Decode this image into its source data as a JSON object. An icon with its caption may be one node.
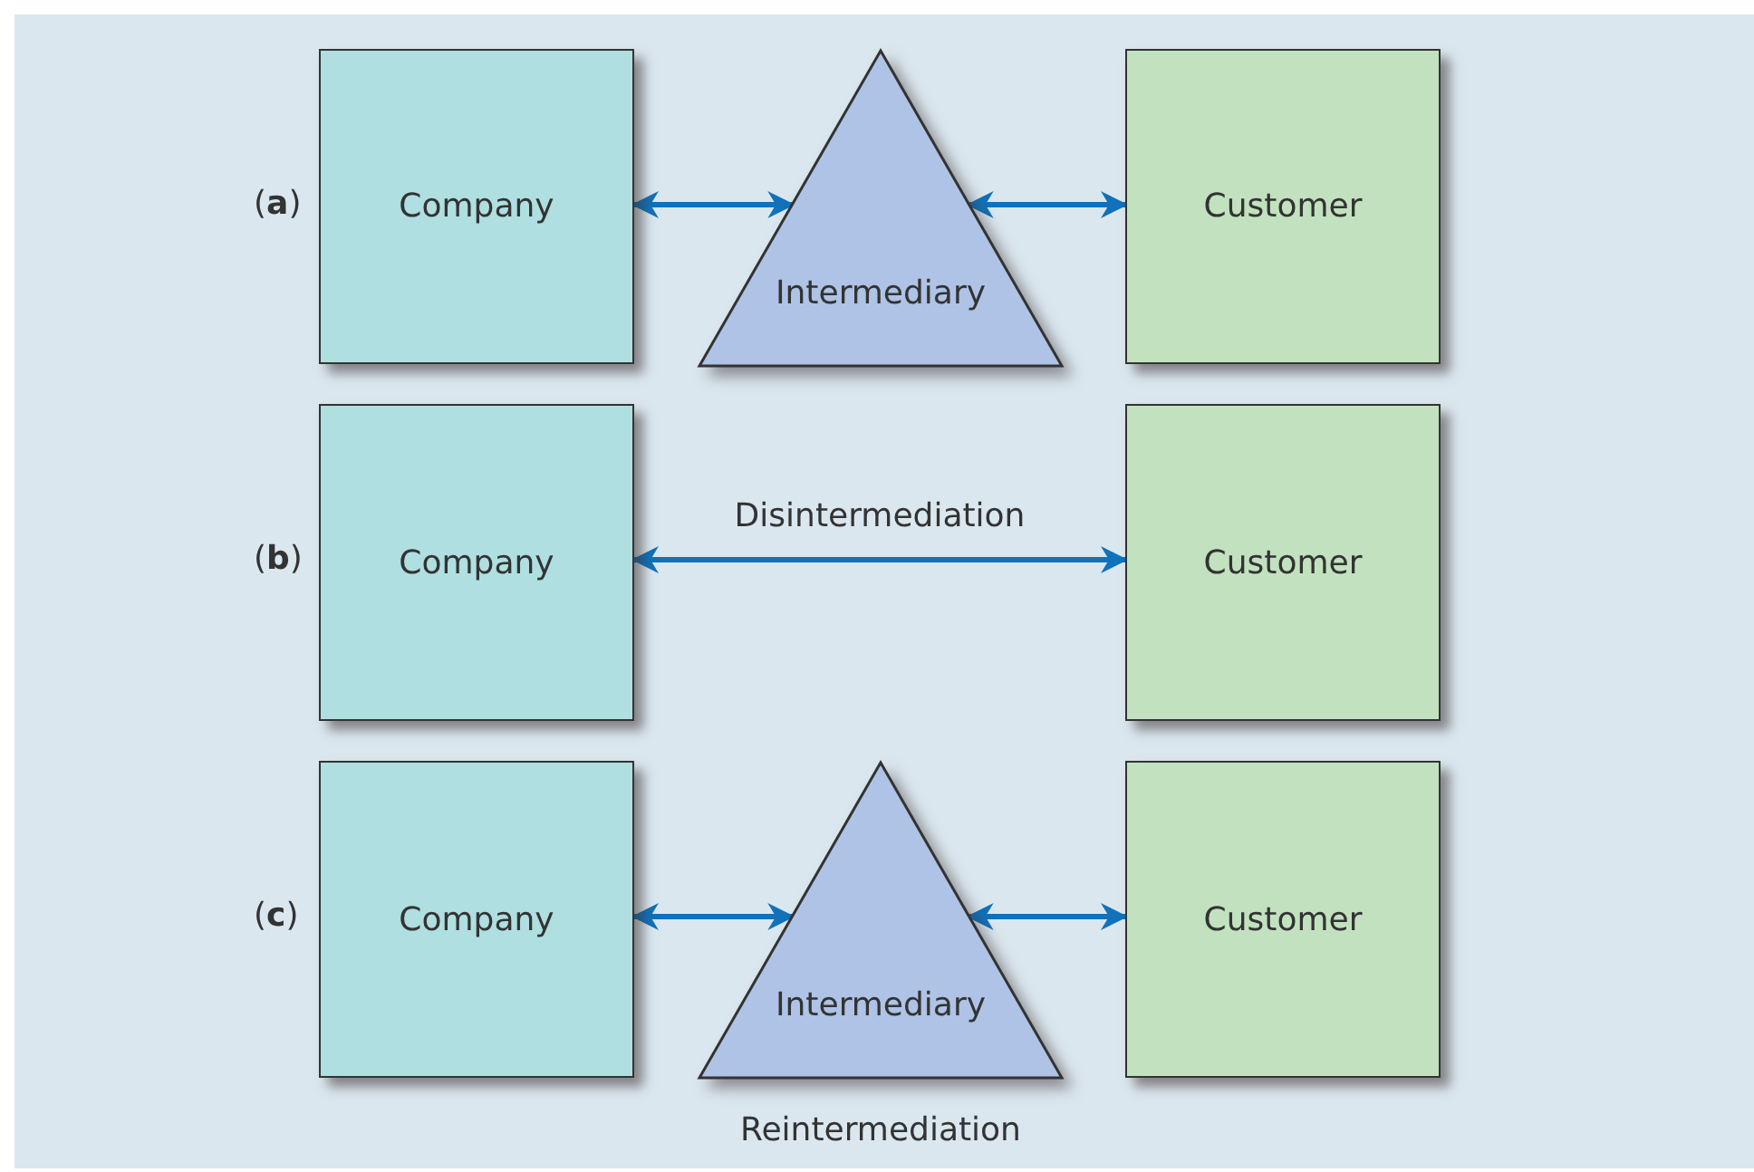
{
  "diagram": {
    "nodes": [
      {
        "text": [
          "Company"
        ]
      },
      {
        "text": [
          "Intermediary"
        ]
      },
      {
        "text": [
          "Customer"
        ]
      },
      {
        "text": [
          "Company"
        ]
      },
      {
        "text": [
          "Customer"
        ]
      },
      {
        "text": [
          "Company"
        ]
      },
      {
        "text": [
          "Intermediary"
        ],
        "beside": [
          "Reintermediation"
        ]
      },
      {
        "text": [
          "Customer"
        ]
      }
    ],
    "edges": [
      {
        "from": 0,
        "to": 1,
        "arrow": "both"
      },
      {
        "from": 1,
        "to": 2,
        "arrow": "both"
      },
      {
        "from": 3,
        "to": 4,
        "arrow": "both",
        "label": "Disintermediation"
      },
      {
        "from": 5,
        "to": 6,
        "arrow": "both"
      },
      {
        "from": 6,
        "to": 7,
        "arrow": "both"
      }
    ],
    "labels": [
      "(**a**)",
      "(**b**)",
      "(**c**)"
    ]
  }
}
